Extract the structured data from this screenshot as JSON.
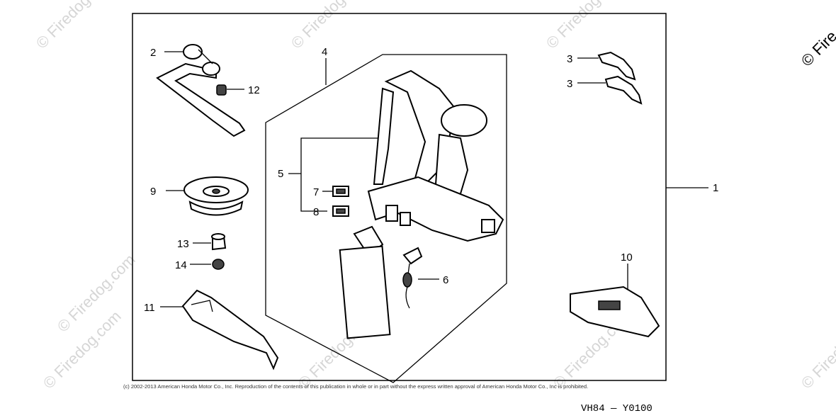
{
  "watermark_text": "© Firedog.com",
  "corner_watermark": "© Fire",
  "copyright": "(c) 2002-2013 American Honda Motor Co., Inc. Reproduction of the contents of this publication in whole or in part without the express written approval of American Honda Motor Co., Inc is prohibited.",
  "diagram_code": "VH84 — Y0100",
  "callouts": {
    "c1": "1",
    "c2": "2",
    "c3a": "3",
    "c3b": "3",
    "c4": "4",
    "c5": "5",
    "c6": "6",
    "c7": "7",
    "c8": "8",
    "c9": "9",
    "c10": "10",
    "c11": "11",
    "c12": "12",
    "c13": "13",
    "c14": "14"
  }
}
